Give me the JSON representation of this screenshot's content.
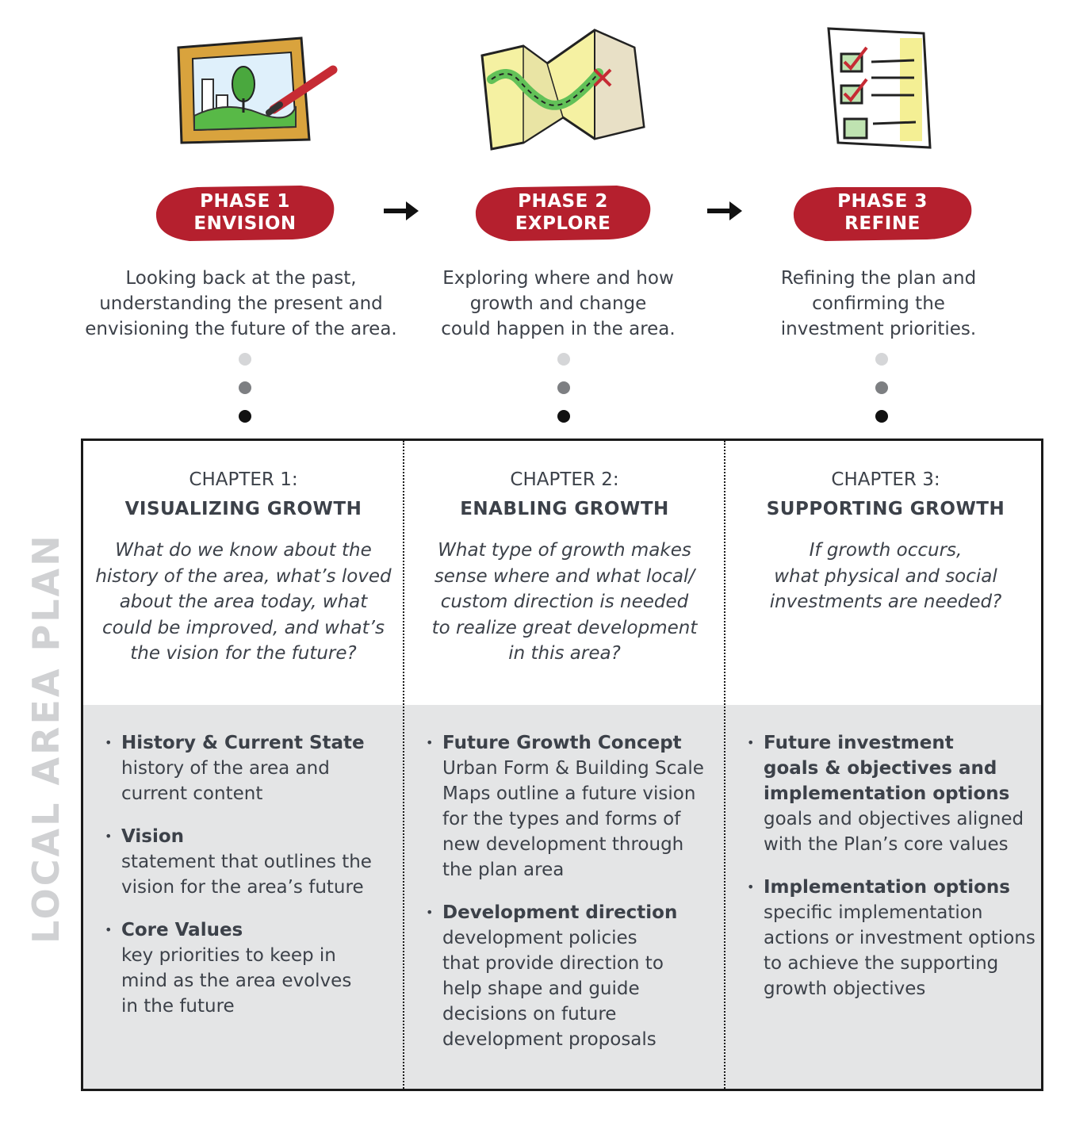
{
  "sidebar_label": "LOCAL AREA PLAN",
  "colors": {
    "phase_badge": "#b5202e",
    "text": "#3c4149",
    "gray_band": "#e4e5e6",
    "sidebar": "#d0d1d3"
  },
  "phases": [
    {
      "icon": "framed-painting-icon",
      "label_line1": "PHASE 1",
      "label_line2": "ENVISION",
      "desc": [
        "Looking back at the past,",
        "understanding the present and",
        "envisioning the future of the area."
      ]
    },
    {
      "icon": "treasure-map-icon",
      "label_line1": "PHASE 2",
      "label_line2": "EXPLORE",
      "desc": [
        "Exploring where and how",
        "growth and change",
        "could happen in the area."
      ]
    },
    {
      "icon": "checklist-icon",
      "label_line1": "PHASE 3",
      "label_line2": "REFINE",
      "desc": [
        "Refining the plan and",
        "confirming the",
        "investment priorities."
      ]
    }
  ],
  "chapters": [
    {
      "number": "CHAPTER 1:",
      "title": "VISUALIZING GROWTH",
      "question": [
        "What do we know about the",
        "history of the area, what’s loved",
        "about the area today, what",
        "could be improved, and what’s",
        "the vision for the future?"
      ],
      "items": [
        {
          "title": [
            "History & Current State"
          ],
          "desc": [
            "history of the area and",
            "current content"
          ]
        },
        {
          "title": [
            "Vision"
          ],
          "desc": [
            "statement that outlines the",
            "vision for the area’s future"
          ]
        },
        {
          "title": [
            "Core Values"
          ],
          "desc": [
            "key priorities to keep in",
            "mind as the area evolves",
            "in the future"
          ]
        }
      ]
    },
    {
      "number": "CHAPTER 2:",
      "title": "ENABLING GROWTH",
      "question": [
        "What type of growth makes",
        "sense where and what local/",
        "custom direction is needed",
        "to realize great development",
        "in this area?"
      ],
      "items": [
        {
          "title": [
            "Future Growth Concept"
          ],
          "desc": [
            "Urban Form & Building Scale",
            "Maps outline a future vision",
            "for the types and forms of",
            "new development through",
            "the plan area"
          ]
        },
        {
          "title": [
            "Development direction"
          ],
          "desc": [
            "development policies",
            "that provide direction to",
            "help shape and guide",
            "decisions on future",
            "development proposals"
          ]
        }
      ]
    },
    {
      "number": "CHAPTER 3:",
      "title": "SUPPORTING GROWTH",
      "question": [
        "If growth occurs,",
        "what physical and social",
        "investments are needed?"
      ],
      "items": [
        {
          "title": [
            "Future investment",
            "goals & objectives and",
            "implementation options"
          ],
          "desc": [
            "goals and objectives aligned",
            "with the Plan’s core values"
          ]
        },
        {
          "title": [
            "Implementation options"
          ],
          "desc": [
            "specific implementation",
            "actions or investment options",
            "to achieve the supporting",
            "growth objectives"
          ]
        }
      ]
    }
  ]
}
